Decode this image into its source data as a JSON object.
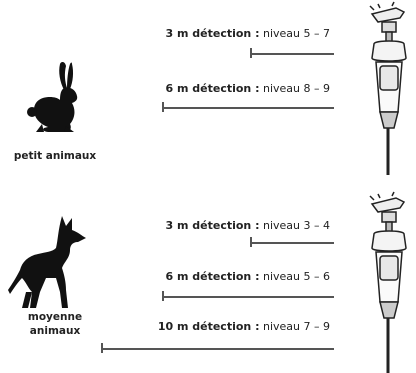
{
  "section_small": {
    "animal_label": "petit animaux",
    "rows": [
      {
        "range": "3 m détection :",
        "level": " niveau 5 – 7"
      },
      {
        "range": "6 m détection :",
        "level": " niveau 8 – 9"
      }
    ]
  },
  "section_medium": {
    "animal_label_line1": "moyenne",
    "animal_label_line2": "animaux",
    "rows": [
      {
        "range": "3 m détection :",
        "level": " niveau 3 – 4"
      },
      {
        "range": "6 m détection :",
        "level": " niveau 5 – 6"
      },
      {
        "range": "10 m détection :",
        "level": " niveau 7 – 9"
      }
    ]
  },
  "icons": [
    "rabbit-silhouette-icon",
    "dog-silhouette-icon",
    "sprinkler-icon"
  ]
}
